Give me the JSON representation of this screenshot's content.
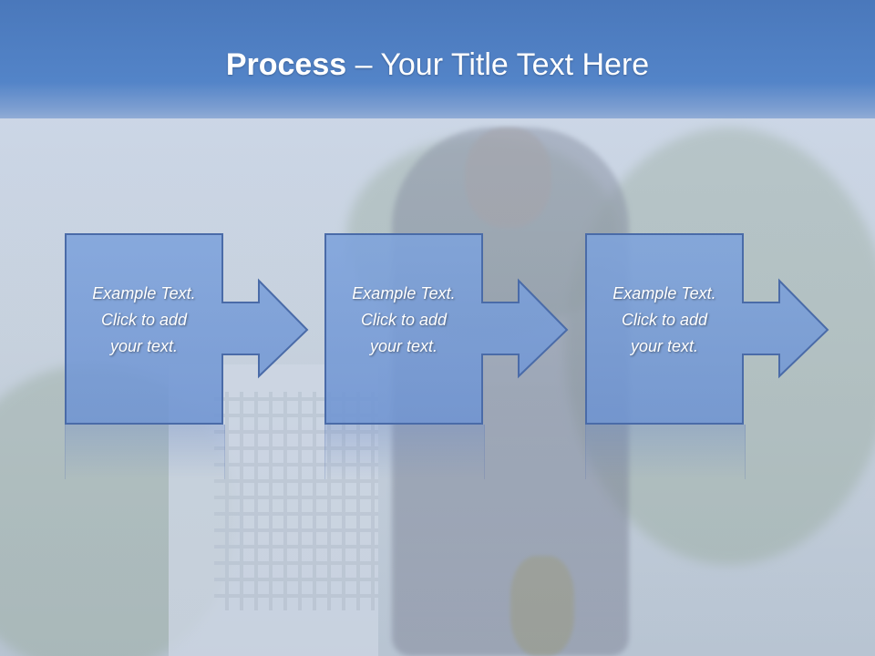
{
  "slide": {
    "title_bold": "Process",
    "title_rest": " – Your Title Text Here"
  },
  "steps": [
    {
      "lines": [
        "Example Text.",
        "Click  to add",
        "your text."
      ]
    },
    {
      "lines": [
        "Example Text.",
        "Click  to add",
        "your text."
      ]
    },
    {
      "lines": [
        "Example Text.",
        "Click  to add",
        "your text."
      ]
    }
  ],
  "colors": {
    "title_band": "#5384c8",
    "box_fill": "#7a9fda",
    "box_border": "#4a6ba8",
    "text": "#ffffff"
  }
}
